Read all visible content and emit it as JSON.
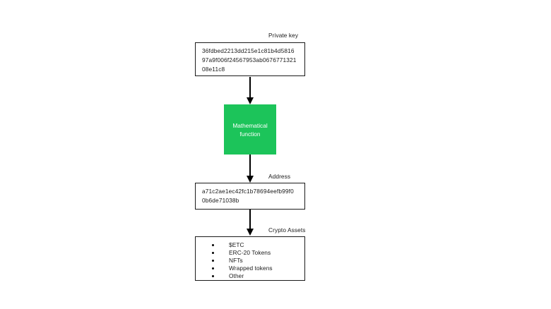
{
  "colors": {
    "function_fill": "#1cc45a",
    "function_text": "#ffffff",
    "box_border": "#1a1a1a",
    "text": "#1a1a1a",
    "background": "#ffffff"
  },
  "diagram": {
    "private_key": {
      "label": "Private key",
      "line1": "36fdbed2213dd215e1c81b4d5816",
      "line2": "97a9f006f24567953ab0676771321",
      "line3": "08e11c8"
    },
    "function": {
      "line1": "Mathematical",
      "line2": "function"
    },
    "address": {
      "label": "Address",
      "line1": "a71c2ae1ec42fc1b78694eefb99f0",
      "line2": "0b6de71038b"
    },
    "crypto_assets": {
      "label": "Crypto Assets",
      "items": [
        "$ETC",
        "ERC-20 Tokens",
        "NFTs",
        "Wrapped tokens",
        "Other"
      ]
    }
  }
}
